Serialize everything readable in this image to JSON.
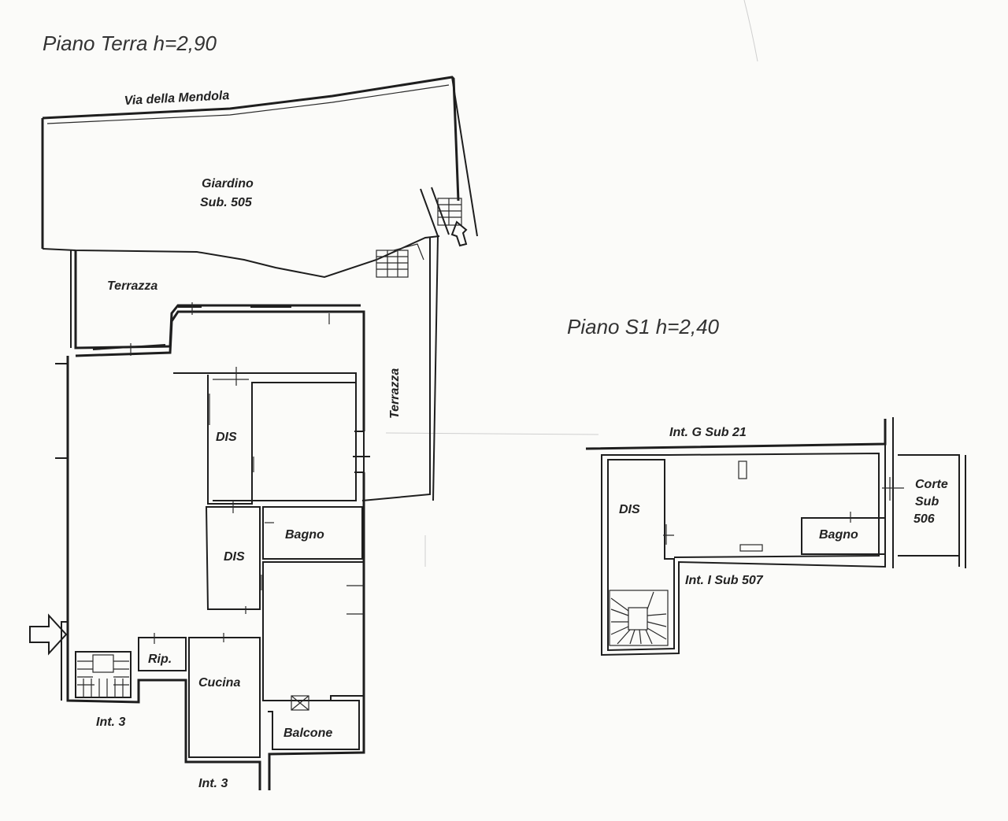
{
  "plan": {
    "ground_floor": {
      "title": "Piano Terra h=2,90",
      "labels": {
        "street": "Via della Mendola",
        "garden": "Giardino",
        "garden_sub": "Sub. 505",
        "terrace_top": "Terrazza",
        "terrace_side": "Terrazza",
        "dis_1": "DIS",
        "dis_2": "DIS",
        "bathroom": "Bagno",
        "storage": "Rip.",
        "kitchen": "Cucina",
        "balcony": "Balcone",
        "int_left": "Int. 3",
        "int_bottom": "Int. 3"
      }
    },
    "basement_floor": {
      "title": "Piano S1 h=2,40",
      "labels": {
        "neighbor_top": "Int. G Sub 21",
        "dis": "DIS",
        "bathroom": "Bagno",
        "court_line1": "Corte",
        "court_line2": "Sub",
        "court_line3": "506",
        "unit": "Int. I  Sub 507"
      }
    }
  }
}
